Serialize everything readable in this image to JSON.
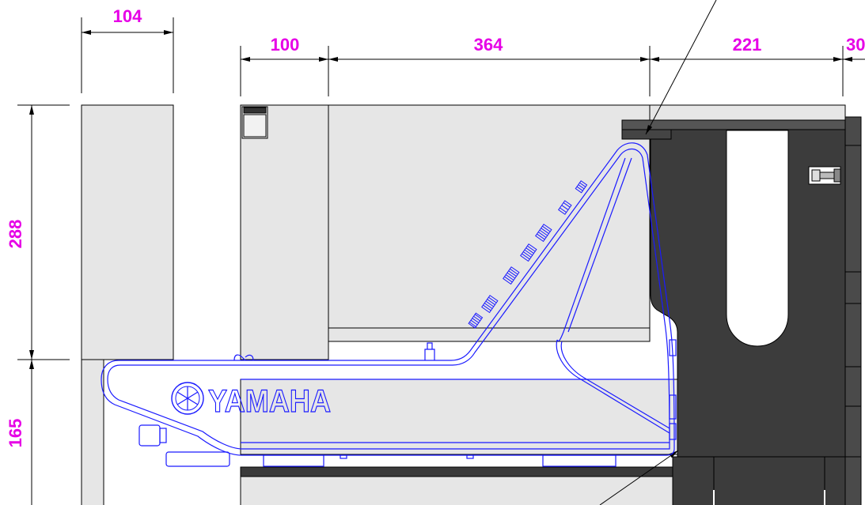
{
  "colors": {
    "dimension_text": "#e600e6",
    "dimension_line": "#000000",
    "panel_fill": "#e6e6e6",
    "panel_stroke": "#000000",
    "console_outline": "#1a1aff",
    "stand_fill": "#3c3c3c",
    "stand_light": "#ffffff"
  },
  "dimensions": {
    "top_104": "104",
    "top_100": "100",
    "top_364": "364",
    "top_221": "221",
    "top_30": "30",
    "left_288": "288",
    "left_165": "165"
  },
  "brand": {
    "logo_text": "YAMAHA"
  }
}
